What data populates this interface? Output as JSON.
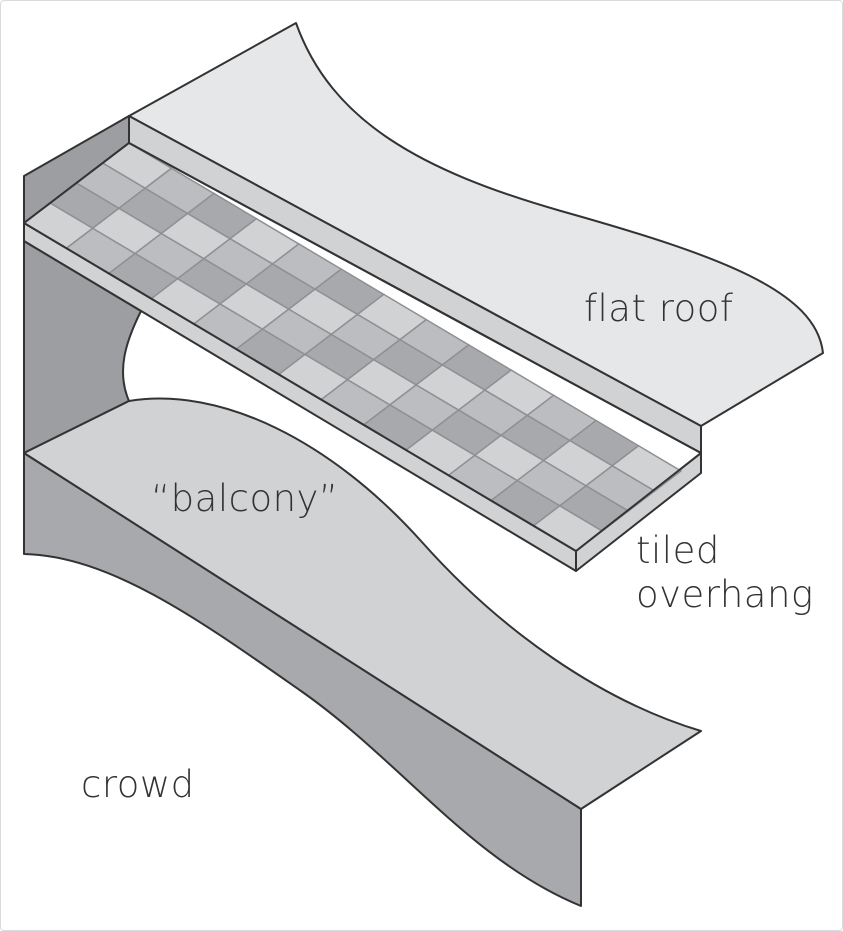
{
  "labels": {
    "flat_roof": "flat roof",
    "tiled_line1": "tiled",
    "tiled_line2": "overhang",
    "balcony": "“balcony”",
    "crowd": "crowd"
  },
  "colors": {
    "roof": "#e6e7e8",
    "wall_dark": "#9d9ea1",
    "balcony_top": "#d1d2d4",
    "balcony_front": "#a7a9ac",
    "tile_light": "#d1d2d4",
    "tile_mid": "#bcbdc0",
    "tile_dark": "#a7a9ac",
    "outline": "#333333"
  },
  "tiles": {
    "columns": 13,
    "rows": 4
  }
}
